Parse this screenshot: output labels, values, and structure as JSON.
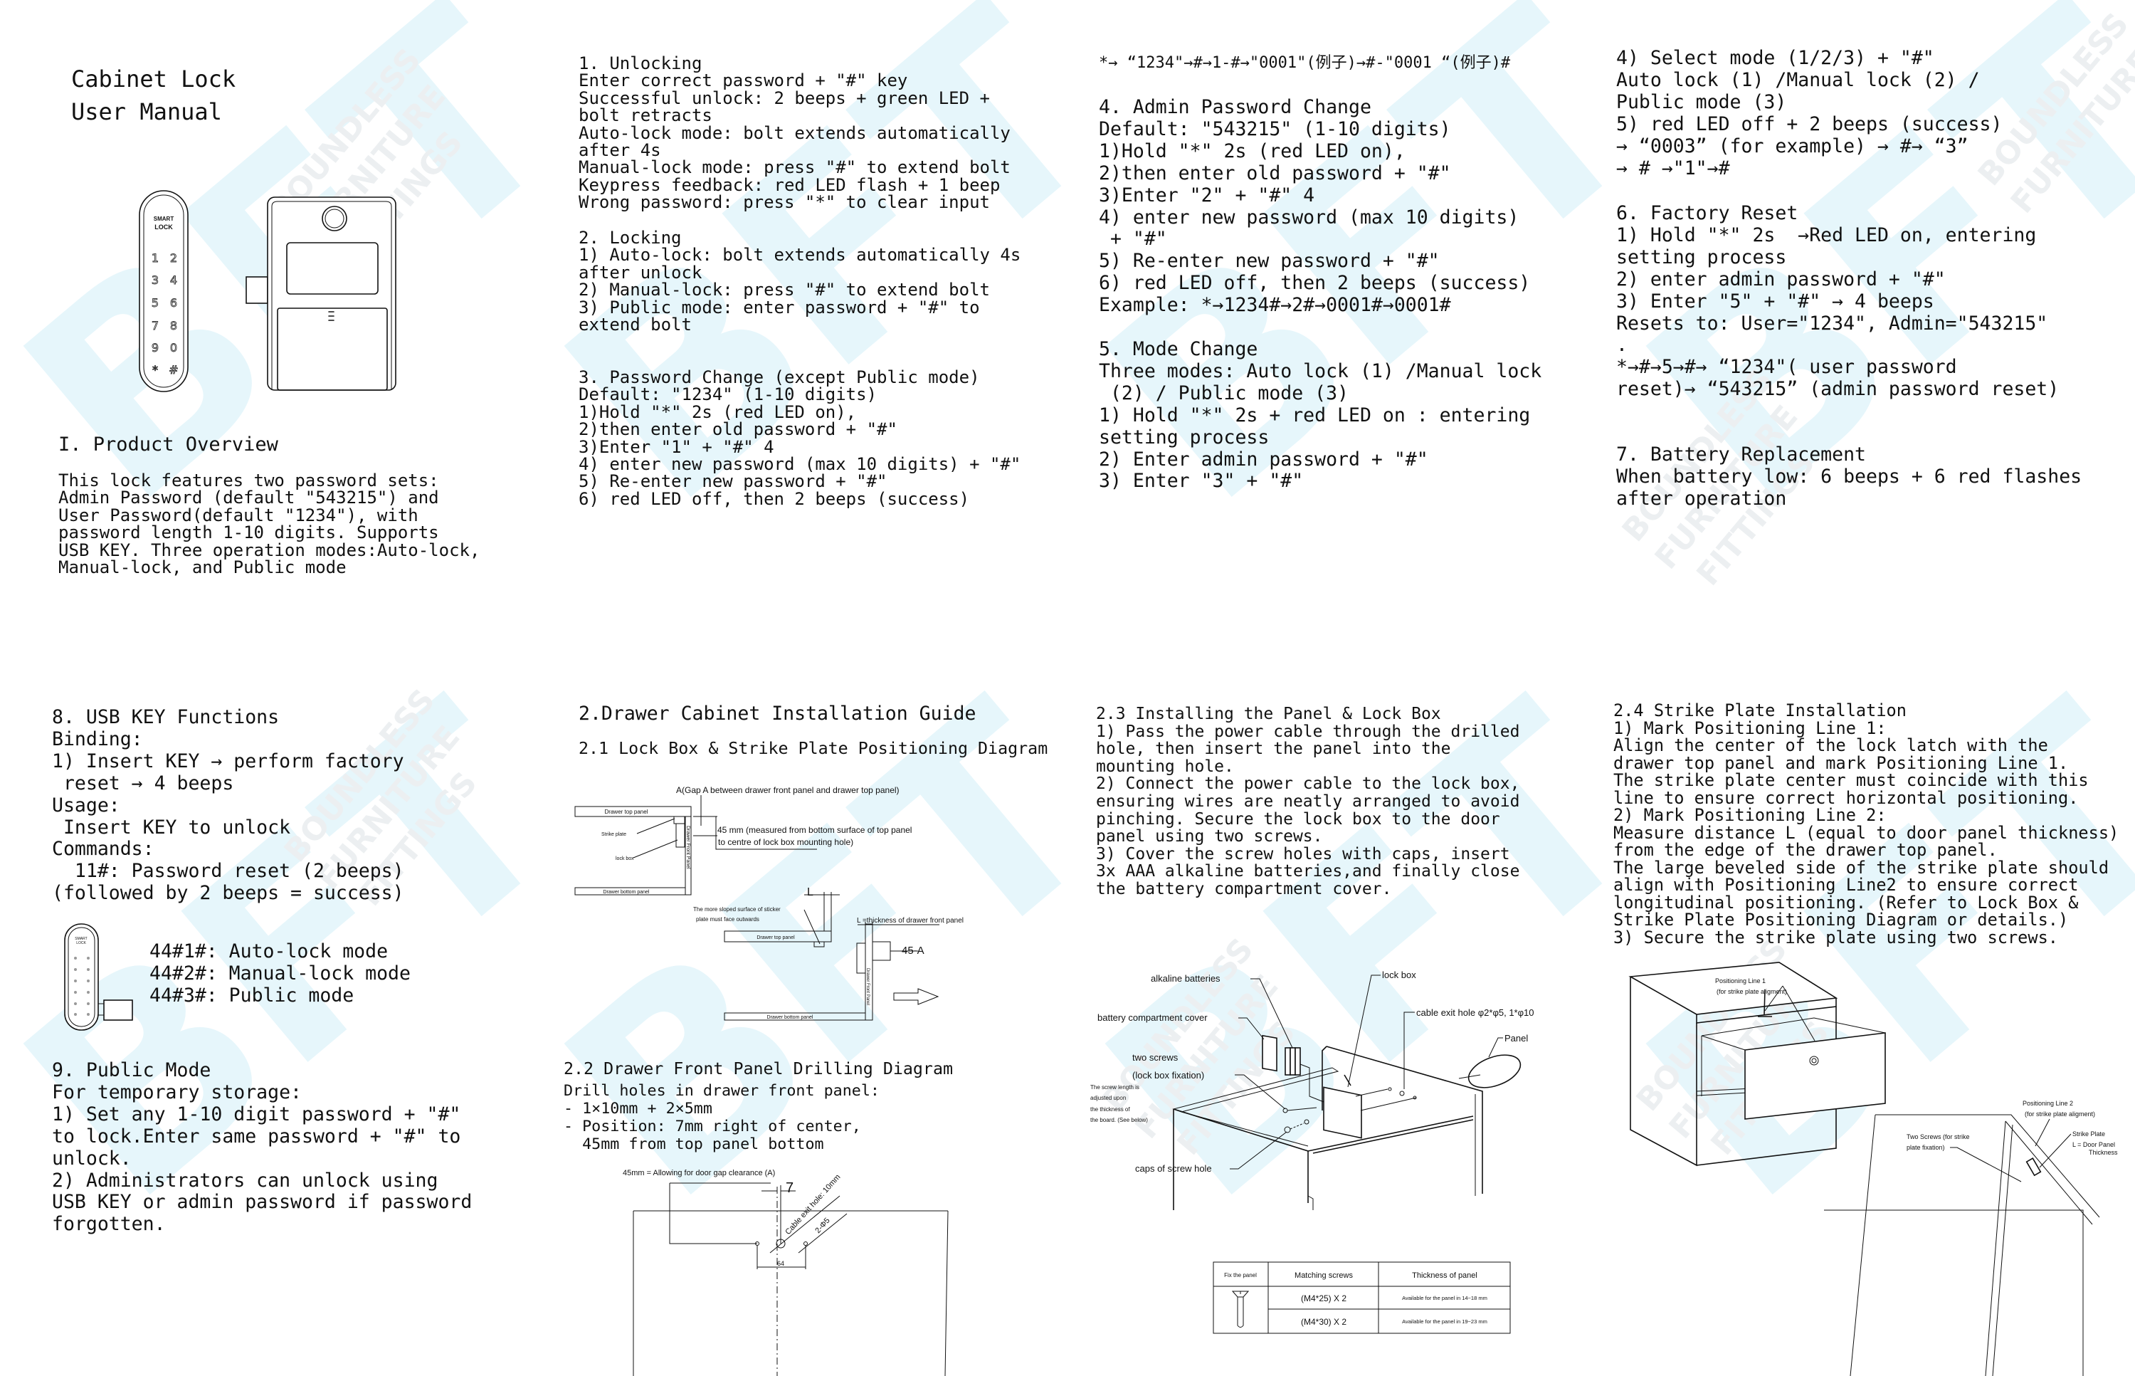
{
  "watermark": {
    "logo": "BFT",
    "text_lines": [
      "BOUNDLESS",
      "FURNITURE",
      "FITTINGS"
    ],
    "logo_color": "#e6f6fb"
  },
  "cover": {
    "title_line1": "Cabinet Lock",
    "title_line2": "User Manual",
    "product_label_top": "SMART",
    "product_label_bottom": "LOCK",
    "keypad_keys": [
      "1",
      "2",
      "3",
      "4",
      "5",
      "6",
      "7",
      "8",
      "9",
      "0",
      "*",
      "#"
    ]
  },
  "overview": {
    "heading": "I. Product Overview",
    "body": "This lock features two password sets:\nAdmin Password (default \"543215\") and\nUser Password(default \"1234\"), with\npassword length 1-10 digits. Supports\nUSB KEY. Three operation modes:Auto-lock,\nManual-lock, and Public mode"
  },
  "sections": {
    "unlocking": {
      "heading": "1. Unlocking",
      "body": "Enter correct password + \"#\" key\nSuccessful unlock: 2 beeps + green LED +\nbolt retracts\nAuto-lock mode: bolt extends automatically\nafter 4s\nManual-lock mode: press \"#\" to extend bolt\nKeypress feedback: red LED flash + 1 beep\nWrong password: press \"*\" to clear input"
    },
    "locking": {
      "heading": "2. Locking",
      "body": "1) Auto-lock: bolt extends automatically 4s\nafter unlock\n2) Manual-lock: press \"#\" to extend bolt\n3) Public mode: enter password + \"#\" to\nextend bolt"
    },
    "password_change": {
      "heading": "3. Password Change (except Public mode)",
      "body": "Default: \"1234\" (1-10 digits)\n1)Hold \"*\" 2s (red LED on),\n2)then enter old password + \"#\"\n3)Enter \"1\" + \"#\" 4\n4) enter new password (max 10 digits) + \"#\"\n5) Re-enter new password + \"#\"\n6) red LED off, then 2 beeps (success)"
    },
    "password_example": "*→ “1234\"→#→1-#→\"0001\"(例子)→#-\"0001 “(例子)#",
    "admin_change": {
      "heading": "4. Admin Password Change",
      "body": "Default: \"543215\" (1-10 digits)\n1)Hold \"*\" 2s (red LED on),\n2)then enter old password + \"#\"\n3)Enter \"2\" + \"#\" 4\n4) enter new password (max 10 digits)\n + \"#\"\n5) Re-enter new password + \"#\"\n6) red LED off, then 2 beeps (success)\nExample: *→1234#→2#→0001#→0001#"
    },
    "mode_change": {
      "heading": "5. Mode Change",
      "body": "Three modes: Auto lock (1) /Manual lock\n (2) / Public mode (3)\n1) Hold \"*\" 2s + red LED on : entering\nsetting process\n2) Enter admin password + \"#\"\n3) Enter \"3\" + \"#\""
    },
    "mode_change_cont": "4) Select mode (1/2/3) + \"#\"\nAuto lock (1) /Manual lock (2) /\nPublic mode (3)\n5) red LED off + 2 beeps (success)\n→ “0003” (for example) → #→ “3”\n→ # →\"1\"→#",
    "factory_reset": {
      "heading": "6. Factory Reset",
      "body": "1) Hold \"*\" 2s  →Red LED on, entering\nsetting process\n2) enter admin password + \"#\"\n3) Enter \"5\" + \"#\" → 4 beeps\nResets to: User=\"1234\", Admin=\"543215\"\n.\n*→#→5→#→ “1234\"( user password\nreset)→ “543215” (admin password reset)"
    },
    "battery": {
      "heading": "7. Battery Replacement",
      "body": "When battery low: 6 beeps + 6 red flashes\nafter operation"
    },
    "usb_key": {
      "heading": "8. USB KEY Functions",
      "body": "Binding:\n1) Insert KEY → perform factory\n reset → 4 beeps\nUsage:\n Insert KEY to unlock\nCommands:\n  11#: Password reset (2 beeps)\n(followed by 2 beeps = success)",
      "commands": [
        "44#1#: Auto-lock mode",
        "44#2#: Manual-lock mode",
        "44#3#: Public mode"
      ]
    },
    "public_mode": {
      "heading": "9. Public Mode",
      "body": "For temporary storage:\n1) Set any 1-10 digit password + \"#\"\nto lock.Enter same password + \"#\" to\nunlock.\n2) Administrators can unlock using\nUSB KEY or admin password if password\nforgotten."
    }
  },
  "installation": {
    "heading": "2.Drawer Cabinet Installation Guide",
    "positioning": {
      "heading": "2.1 Lock Box & Strike Plate Positioning Diagram",
      "labels": {
        "gap_a": "A(Gap A between drawer front panel and drawer top panel)",
        "measure_1": "45 mm (measured from bottom surface of top panel",
        "measure_2": "to centre of lock box mounting hole)",
        "top_panel": "Drawer top panel",
        "strike_plate": "Strike plate",
        "lock_box": "lock box",
        "front_panel": "Drawer Front Panel",
        "bottom_panel": "Drawer bottom panel",
        "l": "L",
        "sloped_1": "The more sloped surface of sticker",
        "sloped_2": "plate must face outwards",
        "l_def": "L =thickness of drawer front panel",
        "forty_five_a": "45-A"
      }
    },
    "drilling": {
      "heading": "2.2 Drawer Front Panel Drilling Diagram",
      "body": "Drill holes in drawer front panel:\n- 1×10mm + 2×5mm\n- Position: 7mm right of center,\n  45mm from top panel bottom",
      "labels": {
        "clearance": "45mm = Allowing for door gap clearance (A)",
        "seven": "7",
        "cable_hole": "Cable exit hole: 10mm",
        "two_holes": "2-Φ5",
        "spacing": "64"
      }
    },
    "panel_lockbox": {
      "heading": "2.3 Installing the Panel & Lock Box",
      "body": "1) Pass the power cable through the drilled\nhole, then insert the panel into the\nmounting hole.\n2) Connect the power cable to the lock box,\nensuring wires are neatly arranged to avoid\npinching. Secure the lock box to the door\npanel using two screws.\n3) Cover the screw holes with caps, insert\n3x AAA alkaline batteries,and finally close\nthe battery compartment cover.",
      "labels": {
        "batteries": "alkaline batteries",
        "lock_box": "lock box",
        "cover": "battery compartment cover",
        "cable_hole": "cable exit hole φ2*φ5, 1*φ10",
        "panel": "Panel",
        "screws_1": "two screws",
        "screws_2": "(lock box fixation)",
        "note": [
          "The screw length is",
          "adjusted upon",
          "the thickness of",
          "the board. (See below)"
        ],
        "caps": "caps of screw hole"
      },
      "screw_table": {
        "headers": [
          "Fix the panel",
          "Matching screws",
          "Thickness of panel"
        ],
        "rows": [
          {
            "screws": "(M4*25) X 2",
            "thickness": "Available for the panel in 14~18 mm"
          },
          {
            "screws": "(M4*30) X 2",
            "thickness": "Available for the panel in 19~23 mm"
          }
        ]
      }
    },
    "strike_plate": {
      "heading": "2.4 Strike Plate Installation",
      "body": "1) Mark Positioning Line 1:\nAlign the center of the lock latch with the\ndrawer top panel and mark Positioning Line 1.\nThe strike plate center must coincide with this\nline to ensure correct horizontal positioning.\n2) Mark Positioning Line 2:\nMeasure distance L (equal to door panel thickness)\nfrom the edge of the drawer top panel.\nThe large beveled side of the strike plate should\nalign with Positioning Line2 to ensure correct\nlongitudinal positioning. (Refer to Lock Box &\nStrike Plate Positioning Diagram or details.)\n3) Secure the strike plate using two screws.",
      "labels": {
        "line1_a": "Positioning Line 1",
        "line1_b": "(for strike plate aligment)",
        "line2_a": "Positioning Line 2",
        "line2_b": "(for strike plate aligment)",
        "screws_a": "Two Screws (for strike",
        "screws_b": "plate fixation)",
        "strike": "Strike Plate",
        "l_a": "L = Door Panel",
        "l_b": "Thickness"
      }
    }
  }
}
